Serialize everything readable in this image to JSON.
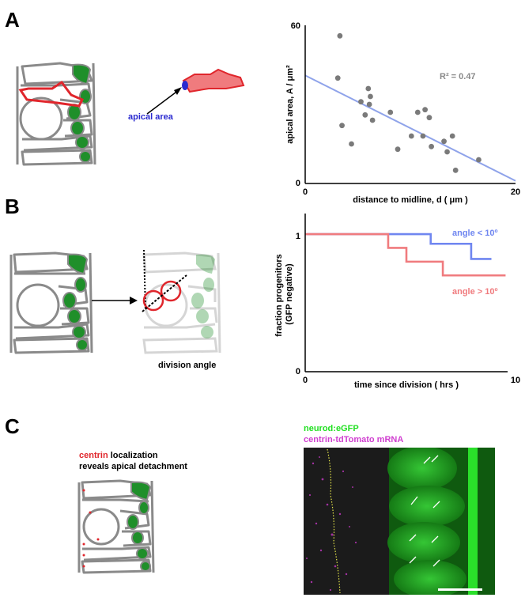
{
  "panels": {
    "a": {
      "letter": "A",
      "schematic_label": "apical area"
    },
    "b": {
      "letter": "B",
      "schematic_label": "division angle"
    },
    "c": {
      "letter": "C",
      "caption_highlight": "centrin",
      "caption_rest": " localization",
      "caption_line2": "reveals apical detachment",
      "micrograph_label_1": "neurod:eGFP",
      "micrograph_label_2": "centrin-tdTomato mRNA"
    }
  },
  "colors": {
    "cell_outline": "#8a8a8a",
    "nucleus_green": "#1f8f2a",
    "highlight_red": "#e0262c",
    "apical_blue": "#2a2ad0",
    "trend_blue": "#8fa3ea",
    "series_blue": "#6f86f0",
    "series_red": "#f07b7e",
    "gfp_green": "#22e022",
    "tomato_magenta": "#d040d0"
  },
  "chart_data": [
    {
      "type": "scatter",
      "title": "",
      "xlabel": "distance to midline, d ( μm )",
      "ylabel": "apical area, A / μm²",
      "xlim": [
        0,
        20
      ],
      "ylim": [
        0,
        60
      ],
      "x_tick_labels": [
        "0",
        "20"
      ],
      "y_tick_labels": [
        "0",
        "60"
      ],
      "annotation": "R² = 0.47",
      "points": [
        {
          "x": 3.3,
          "y": 56
        },
        {
          "x": 3.1,
          "y": 40
        },
        {
          "x": 3.5,
          "y": 22
        },
        {
          "x": 4.4,
          "y": 15
        },
        {
          "x": 5.3,
          "y": 31
        },
        {
          "x": 5.7,
          "y": 26
        },
        {
          "x": 6.0,
          "y": 36
        },
        {
          "x": 6.2,
          "y": 33
        },
        {
          "x": 6.1,
          "y": 30
        },
        {
          "x": 6.4,
          "y": 24
        },
        {
          "x": 8.1,
          "y": 27
        },
        {
          "x": 8.8,
          "y": 13
        },
        {
          "x": 10.1,
          "y": 18
        },
        {
          "x": 10.7,
          "y": 27
        },
        {
          "x": 11.2,
          "y": 18
        },
        {
          "x": 11.4,
          "y": 28
        },
        {
          "x": 11.8,
          "y": 25
        },
        {
          "x": 12.0,
          "y": 14
        },
        {
          "x": 13.2,
          "y": 16
        },
        {
          "x": 13.5,
          "y": 12
        },
        {
          "x": 14.0,
          "y": 18
        },
        {
          "x": 14.3,
          "y": 5
        },
        {
          "x": 16.5,
          "y": 9
        }
      ],
      "trendline": {
        "x": [
          0,
          20
        ],
        "y": [
          41,
          1
        ]
      }
    },
    {
      "type": "line",
      "title": "",
      "xlabel": "time since division ( hrs )",
      "ylabel": "fraction progenitors\n(GFP negative)",
      "xlim": [
        0,
        10
      ],
      "ylim": [
        0,
        1.15
      ],
      "x_tick_labels": [
        "0",
        "10"
      ],
      "y_tick_labels": [
        "0",
        "1"
      ],
      "step": true,
      "series": [
        {
          "name": "angle < 10º",
          "color": "#6f86f0",
          "x": [
            0,
            6.2,
            6.2,
            8.2,
            8.2,
            9.2
          ],
          "y": [
            1,
            1,
            0.93,
            0.93,
            0.82,
            0.82
          ]
        },
        {
          "name": "angle > 10º",
          "color": "#f07b7e",
          "x": [
            0,
            4.1,
            4.1,
            5.0,
            5.0,
            6.8,
            6.8,
            9.9
          ],
          "y": [
            1,
            1,
            0.9,
            0.9,
            0.8,
            0.8,
            0.7,
            0.7
          ]
        }
      ],
      "legend_placement": "right, next to each line"
    }
  ]
}
